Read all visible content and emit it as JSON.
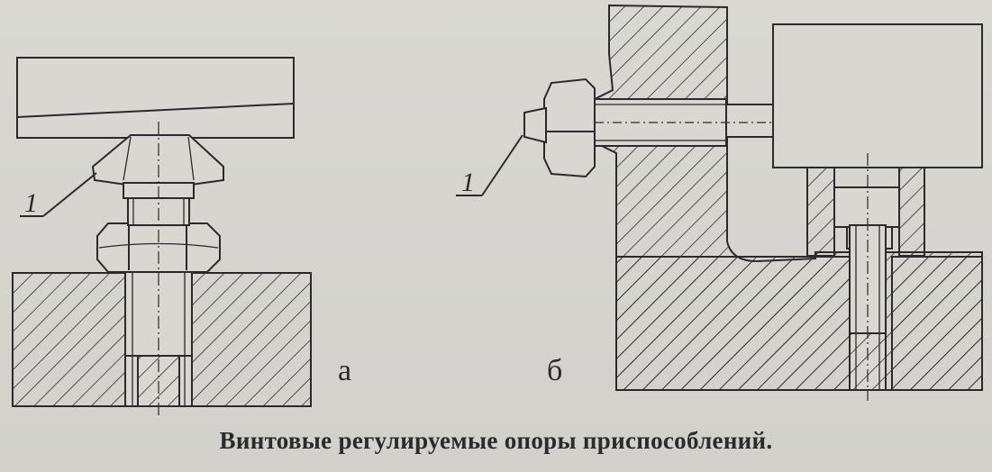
{
  "figure": {
    "caption": "Винтовые регулируемые опоры приспособлений.",
    "labels": {
      "variant_a": "а",
      "variant_b": "б",
      "leader_a": "1",
      "leader_b": "1"
    }
  }
}
